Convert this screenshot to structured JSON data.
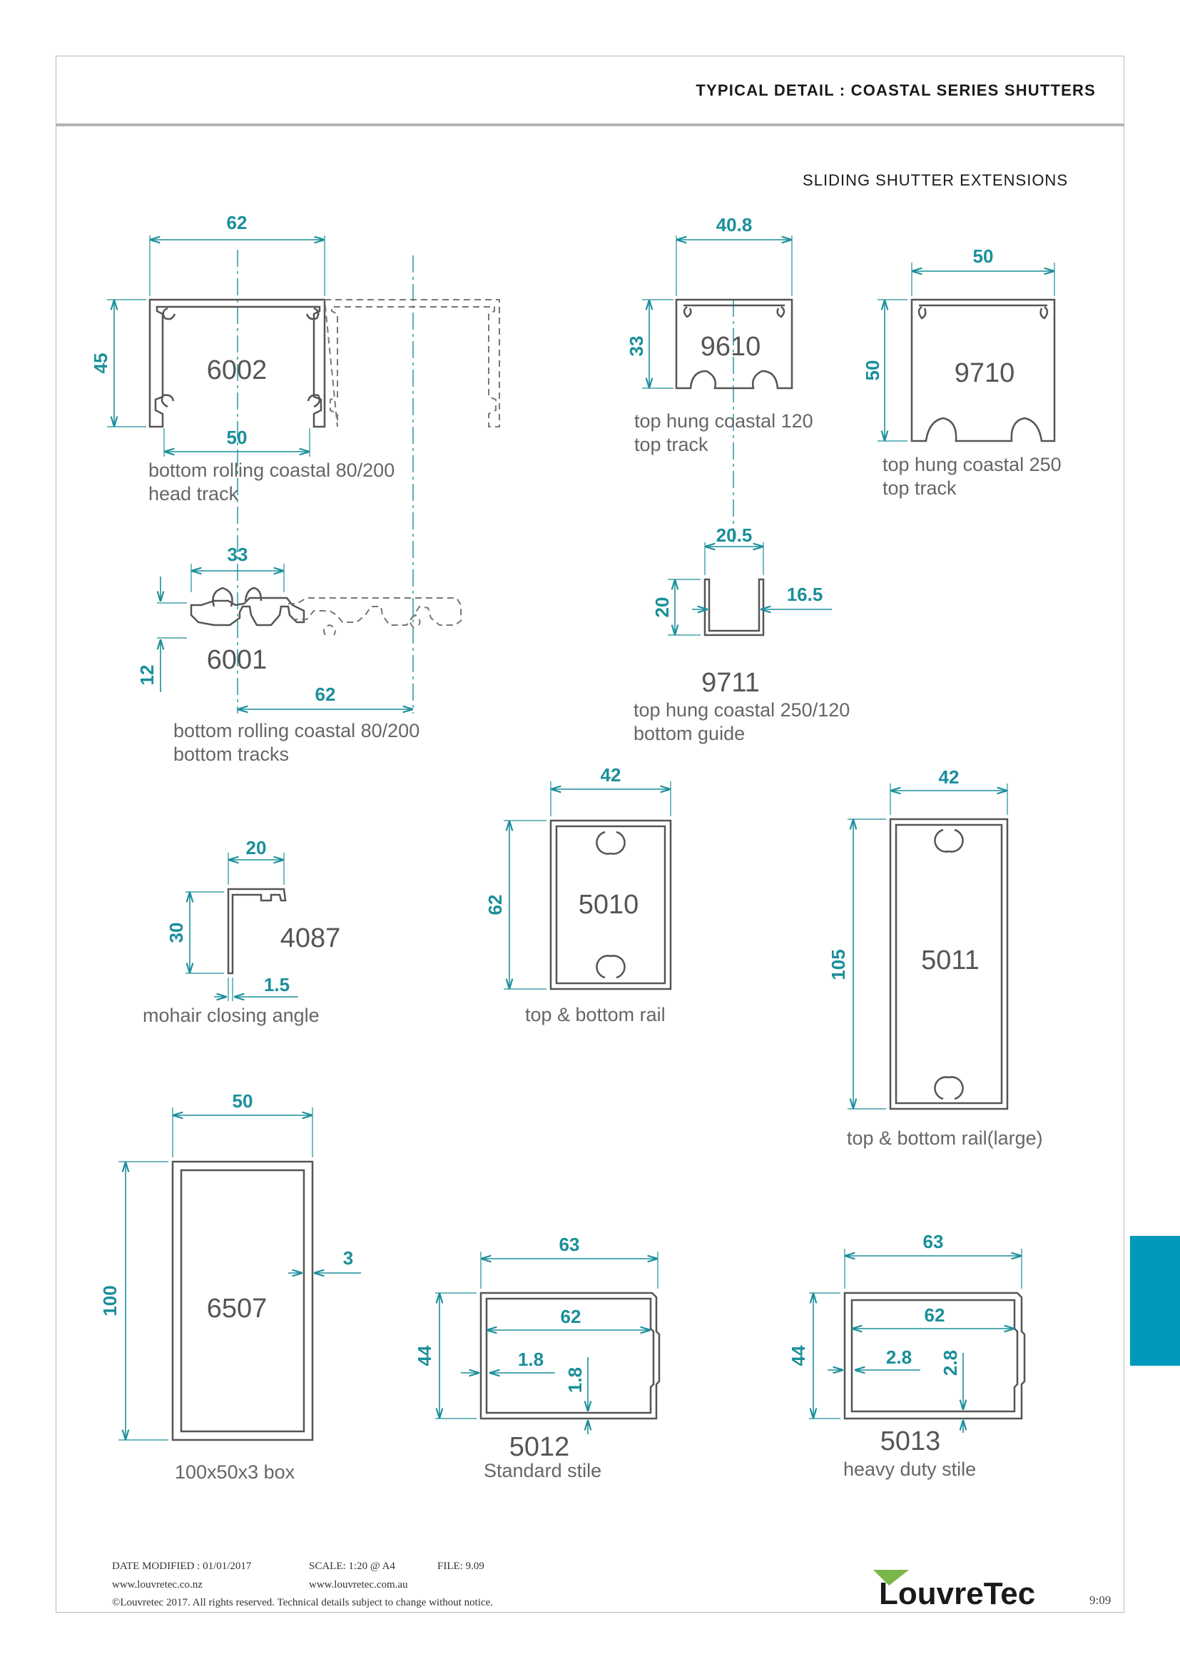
{
  "header": {
    "title": "TYPICAL DETAIL : COASTAL SERIES SHUTTERS",
    "subtitle": "SLIDING SHUTTER EXTENSIONS"
  },
  "accent_color": "#0099bb",
  "dimension_color": "#1a8f9a",
  "profiles": {
    "p6002": {
      "code": "6002",
      "caption1": "bottom rolling coastal 80/200",
      "caption2": "head track",
      "dims": [
        "62",
        "45",
        "50"
      ]
    },
    "p6001": {
      "code": "6001",
      "caption1": "bottom rolling coastal 80/200",
      "caption2": "bottom tracks",
      "dims": [
        "33",
        "12",
        "62"
      ]
    },
    "p9610": {
      "code": "9610",
      "caption1": "top hung coastal 120",
      "caption2": "top track",
      "dims": [
        "40.8",
        "33"
      ]
    },
    "p9710": {
      "code": "9710",
      "caption1": "top hung coastal 250",
      "caption2": "top track",
      "dims": [
        "50",
        "50"
      ]
    },
    "p9711": {
      "code": "9711",
      "caption1": "top hung coastal 250/120",
      "caption2": "bottom guide",
      "dims": [
        "20.5",
        "20",
        "16.5"
      ]
    },
    "p4087": {
      "code": "4087",
      "caption1": "mohair closing angle",
      "dims": [
        "20",
        "30",
        "1.5"
      ]
    },
    "p5010": {
      "code": "5010",
      "caption1": "top & bottom rail",
      "dims": [
        "42",
        "62"
      ]
    },
    "p5011": {
      "code": "5011",
      "caption1": "top & bottom rail(large)",
      "dims": [
        "42",
        "105"
      ]
    },
    "p6507": {
      "code": "6507",
      "caption1": "100x50x3 box",
      "dims": [
        "50",
        "100",
        "3"
      ]
    },
    "p5012": {
      "code": "5012",
      "caption1": "Standard stile",
      "dims": [
        "63",
        "62",
        "44",
        "1.8",
        "1.8"
      ]
    },
    "p5013": {
      "code": "5013",
      "caption1": "heavy duty stile",
      "dims": [
        "63",
        "62",
        "44",
        "2.8",
        "2.8"
      ]
    }
  },
  "footer": {
    "date": "DATE MODIFIED : 01/01/2017",
    "scale": "SCALE: 1:20 @ A4",
    "file": "FILE: 9.09",
    "web_nz": "www.louvretec.co.nz",
    "web_au": "www.louvretec.com.au",
    "copyright": "©Louvretec 2017. All rights reserved. Technical details subject to change without notice.",
    "logo_text": "LouvreTec",
    "page": "9:09"
  }
}
